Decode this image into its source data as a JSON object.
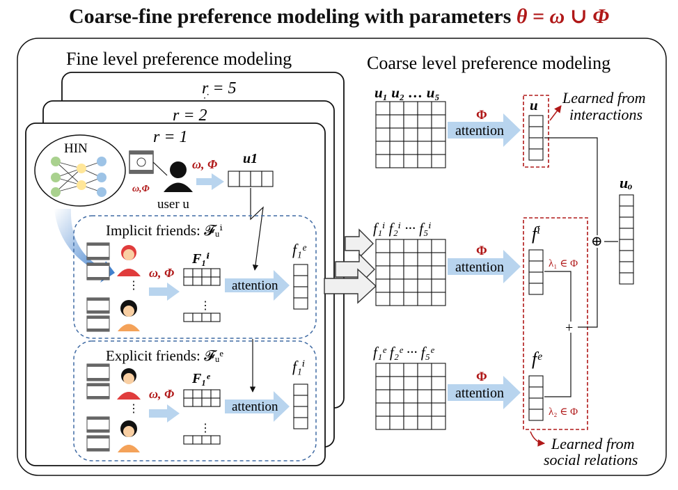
{
  "title": {
    "main": "Coarse-fine preference modeling with parameters ",
    "params": "θ = ω ∪ Φ"
  },
  "fine": {
    "heading": "Fine level preference modeling",
    "stack_labels": [
      "r = 5",
      "r = 2",
      "r = 1"
    ],
    "hin_label": "HIN",
    "omega_phi_small": "ω,Φ",
    "user_label": "user u",
    "omega_phi": "ω, Φ",
    "u1_label": "u1",
    "implicit": {
      "label": "Implicit friends: 𝓕ᵤⁱ",
      "matrix_label": "F₁ⁱ",
      "attention": "attention",
      "vector_label": "f₁ᵉ"
    },
    "explicit": {
      "label": "Explicit friends: 𝓕ᵤᵉ",
      "matrix_label": "F₁ᵉ",
      "attention": "attention",
      "vector_label": "f₁ⁱ"
    }
  },
  "coarse": {
    "heading": "Coarse level preference modeling",
    "rows": [
      {
        "matrix_label": "u₁ u₂ … u₅",
        "phi": "Φ",
        "attention": "attention",
        "vector_label": "u"
      },
      {
        "matrix_label": "f₁ⁱ f₂ⁱ ··· f₅ⁱ",
        "phi": "Φ",
        "attention": "attention",
        "vector_label": "fⁱ"
      },
      {
        "matrix_label": "f₁ᵉ f₂ᵉ ··· f₅ᵉ",
        "phi": "Φ",
        "attention": "attention",
        "vector_label": "fᵉ"
      }
    ],
    "lambda1": "λ₁ ∈ Φ",
    "lambda2": "λ₂ ∈ Φ",
    "output_label": "uₒ",
    "oplus": "⊕",
    "plus": "+",
    "learned_interactions": [
      "Learned from",
      "interactions"
    ],
    "learned_social": [
      "Learned from",
      "social relations"
    ]
  },
  "colors": {
    "accent_red": "#b01818",
    "arrow_blue": "#b8d4ee",
    "panel_dash": "#3f6aa3",
    "node_green": "#a9d18e",
    "node_yellow": "#ffe699",
    "node_blue": "#9dc3e6",
    "person_red": "#e03c3c",
    "person_orange": "#f4a259"
  }
}
